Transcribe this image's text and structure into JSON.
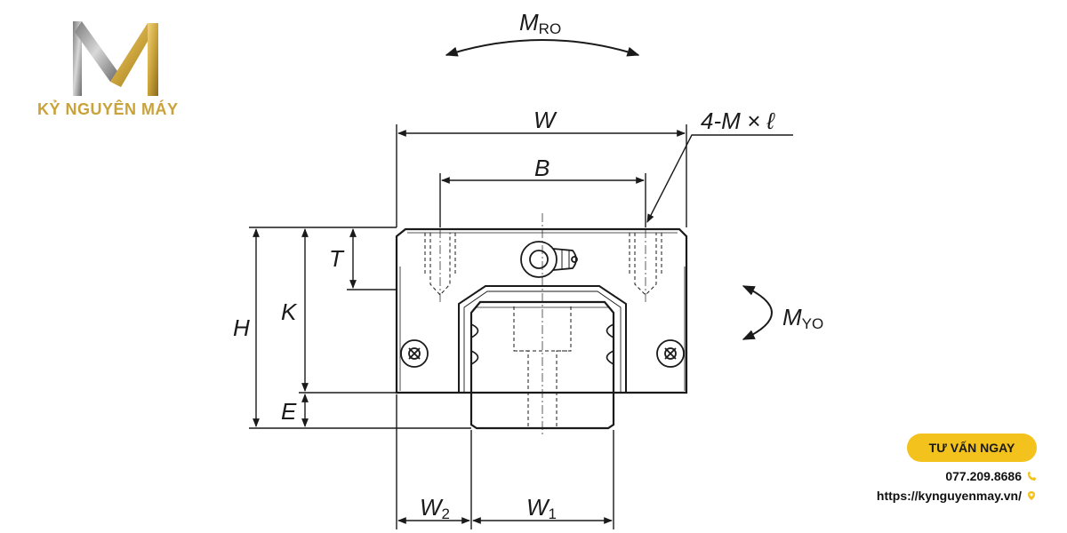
{
  "brand": {
    "name": "KỶ NGUYÊN MÁY",
    "logo_icon": "m-logo-icon"
  },
  "diagram": {
    "labels": {
      "moment_roll": "M",
      "moment_roll_sub": "RO",
      "moment_yaw": "M",
      "moment_yaw_sub": "YO",
      "width": "W",
      "bolt_span": "B",
      "thread_spec": "4-M × ℓ",
      "flange_thickness": "T",
      "height": "H",
      "block_height": "K",
      "rail_clearance": "E",
      "side_offset": "W",
      "side_offset_sub": "2",
      "rail_width": "W",
      "rail_width_sub": "1"
    }
  },
  "contact": {
    "cta_label": "TƯ VẤN NGAY",
    "phone": "077.209.8686",
    "phone_icon": "phone-icon",
    "website": "https://kynguyenmay.vn/",
    "website_icon": "location-pin-icon"
  },
  "colors": {
    "gold": "#c9a23a",
    "cta_yellow": "#f3c21d",
    "line": "#1a1a1a"
  }
}
